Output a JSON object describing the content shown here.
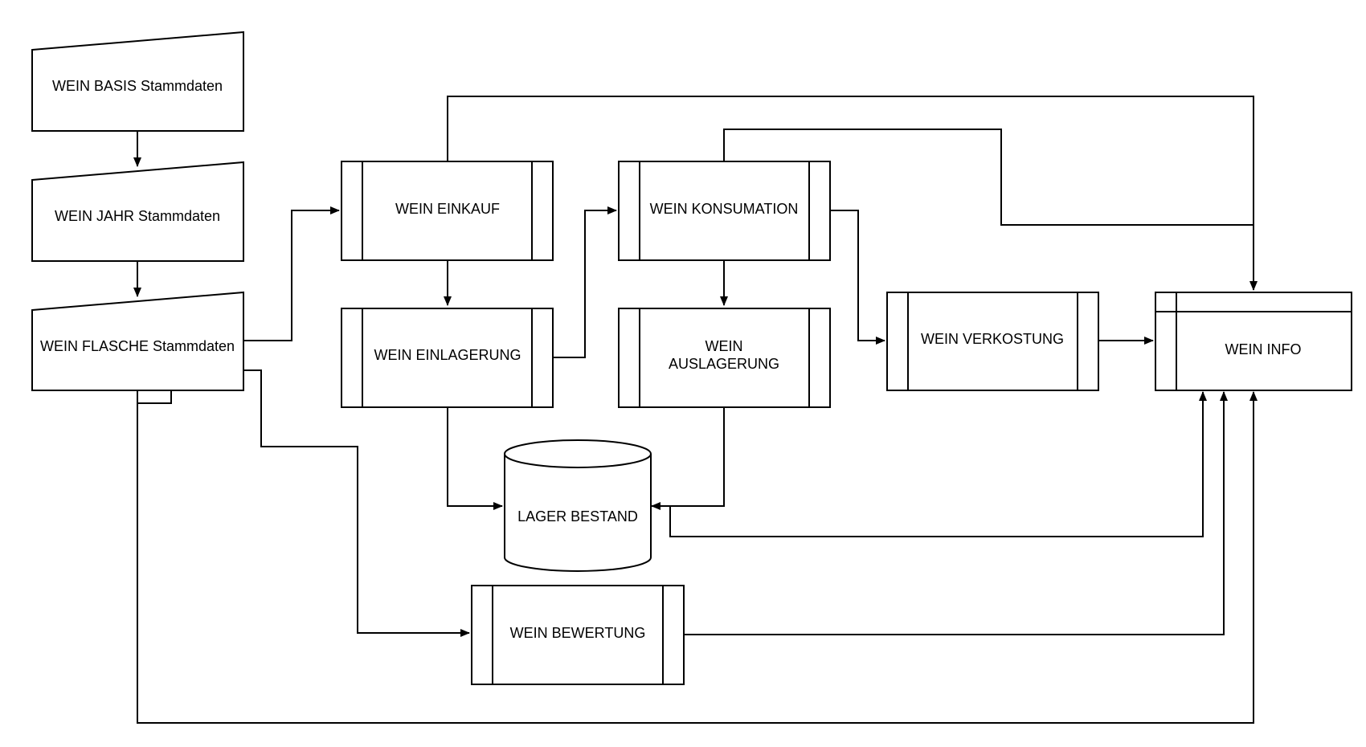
{
  "diagram": {
    "nodes": {
      "basis": {
        "label": "WEIN BASIS Stammdaten",
        "shape": "manual-input"
      },
      "jahr": {
        "label": "WEIN JAHR Stammdaten",
        "shape": "manual-input"
      },
      "flasche": {
        "label": "WEIN FLASCHE Stammdaten",
        "shape": "manual-input"
      },
      "einkauf": {
        "label": "WEIN EINKAUF",
        "shape": "predefined-process"
      },
      "einlagerung": {
        "label": "WEIN EINLAGERUNG",
        "shape": "predefined-process"
      },
      "konsumation": {
        "label": "WEIN KONSUMATION",
        "shape": "predefined-process"
      },
      "auslagerung": {
        "label_line1": "WEIN",
        "label_line2": "AUSLAGERUNG",
        "shape": "predefined-process"
      },
      "verkostung": {
        "label": "WEIN VERKOSTUNG",
        "shape": "predefined-process"
      },
      "info": {
        "label": "WEIN INFO",
        "shape": "internal-storage"
      },
      "lager": {
        "label": "LAGER BESTAND",
        "shape": "database"
      },
      "bewertung": {
        "label": "WEIN BEWERTUNG",
        "shape": "predefined-process"
      }
    },
    "edges": [
      {
        "from": "basis",
        "to": "jahr"
      },
      {
        "from": "jahr",
        "to": "flasche"
      },
      {
        "from": "flasche",
        "to": "einkauf"
      },
      {
        "from": "flasche",
        "to": "bewertung"
      },
      {
        "from": "flasche",
        "to": "info"
      },
      {
        "from": "einkauf",
        "to": "einlagerung"
      },
      {
        "from": "einkauf",
        "to": "info"
      },
      {
        "from": "einlagerung",
        "to": "konsumation"
      },
      {
        "from": "einlagerung",
        "to": "lager"
      },
      {
        "from": "konsumation",
        "to": "auslagerung"
      },
      {
        "from": "konsumation",
        "to": "verkostung"
      },
      {
        "from": "konsumation",
        "to": "info"
      },
      {
        "from": "auslagerung",
        "to": "lager"
      },
      {
        "from": "lager",
        "to": "info"
      },
      {
        "from": "verkostung",
        "to": "info"
      },
      {
        "from": "bewertung",
        "to": "info"
      }
    ]
  }
}
